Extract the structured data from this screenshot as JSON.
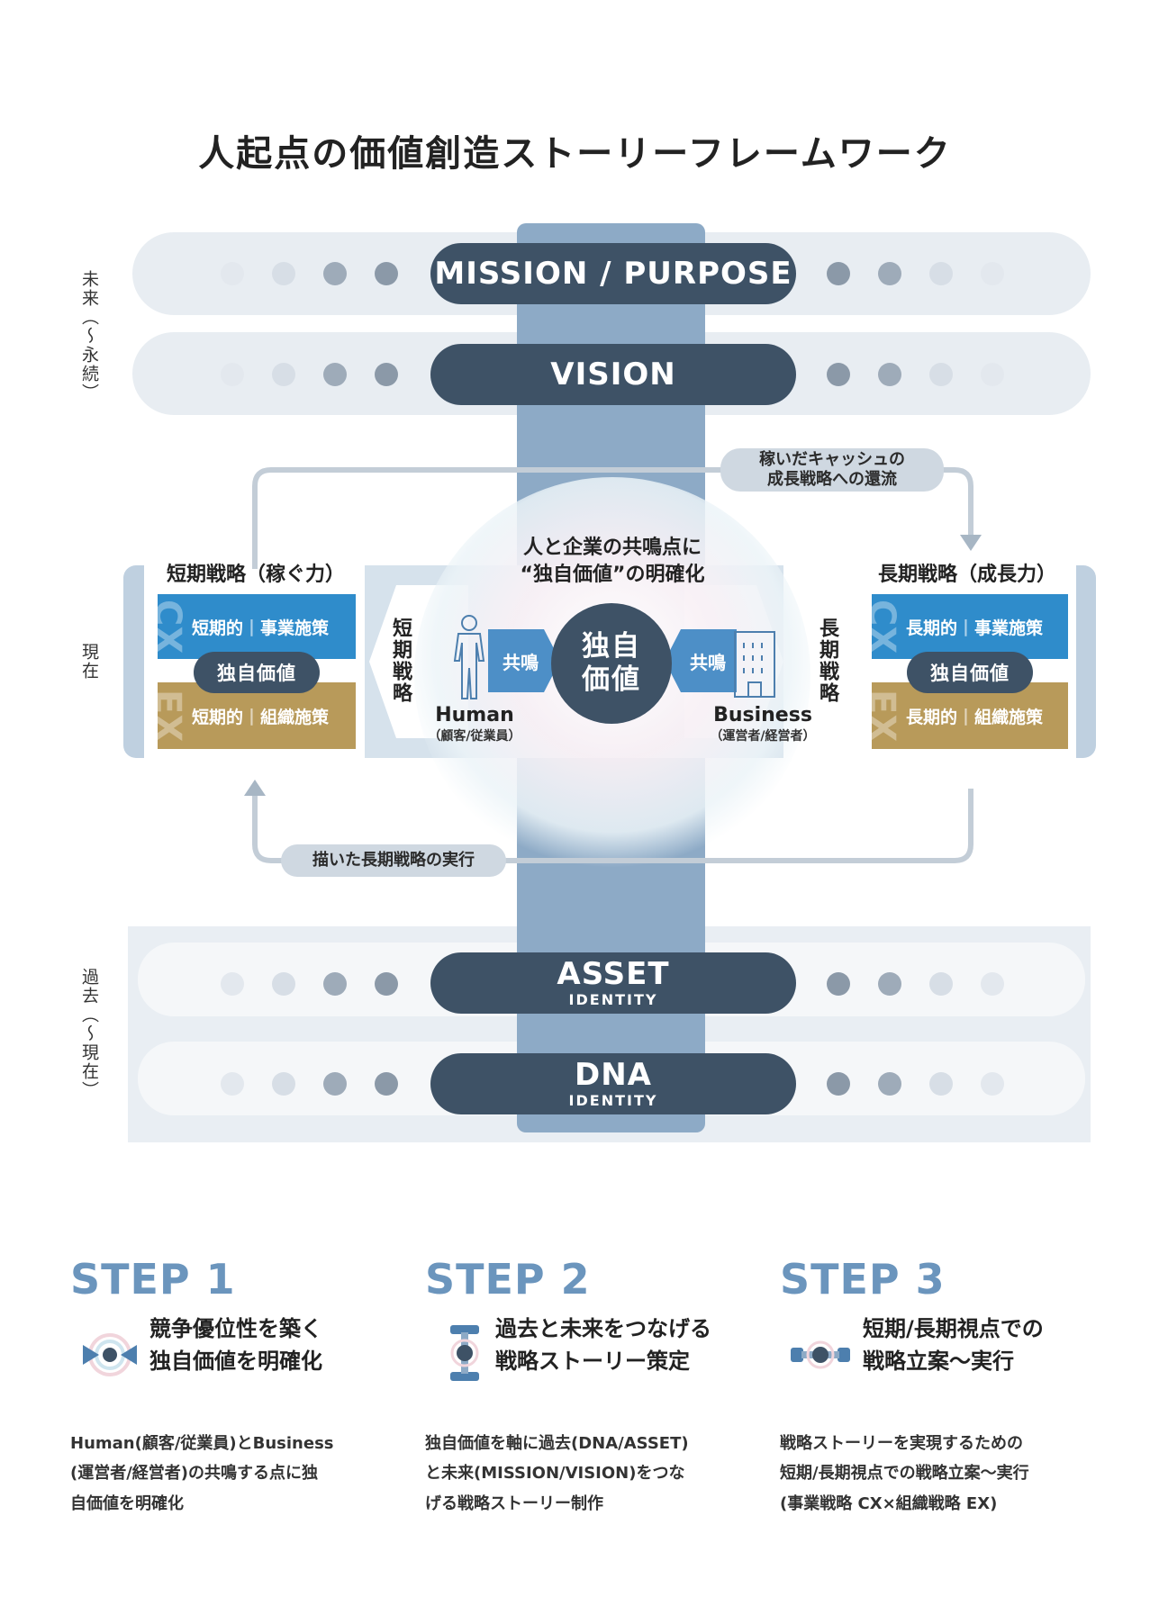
{
  "title": "人起点の価値創造ストーリーフレームワーク",
  "side_labels": {
    "future": "未来（〜永続）",
    "present": "現在",
    "past": "過去（〜現在）"
  },
  "layers": {
    "mission": "MISSION / PURPOSE",
    "vision": "VISION",
    "asset": {
      "main": "ASSET",
      "sub": "IDENTITY"
    },
    "dna": {
      "main": "DNA",
      "sub": "IDENTITY"
    }
  },
  "center": {
    "caption_line1": "人と企業の共鳴点に",
    "caption_line2": "“独自価値”の明確化",
    "core_line1": "独自",
    "core_line2": "価値",
    "resonance_left": "共鳴",
    "resonance_right": "共鳴",
    "human": {
      "main": "Human",
      "sub": "（顧客/従業員）"
    },
    "business": {
      "main": "Business",
      "sub": "（運営者/経営者）"
    },
    "short_vertical": "短期戦略",
    "long_vertical": "長期戦略"
  },
  "short_term": {
    "title": "短期戦略（稼ぐ力）",
    "cx_tag": "CX",
    "ex_tag": "EX",
    "cx_label_a": "短期的",
    "cx_label_b": "事業施策",
    "ex_label_a": "短期的",
    "ex_label_b": "組織施策",
    "core": "独自価値"
  },
  "long_term": {
    "title": "長期戦略（成長力）",
    "cx_tag": "CX",
    "ex_tag": "EX",
    "cx_label_a": "長期的",
    "cx_label_b": "事業施策",
    "ex_label_a": "長期的",
    "ex_label_b": "組織施策",
    "core": "独自価値"
  },
  "loops": {
    "top_line1": "稼いだキャッシュの",
    "top_line2": "成長戦略への還流",
    "bottom": "描いた長期戦略の実行"
  },
  "steps": [
    {
      "title": "STEP 1",
      "lead_line1": "競争優位性を築く",
      "lead_line2": "独自価値を明確化",
      "body_line1": "Human(顧客/従業員)とBusiness",
      "body_line2": "(運営者/経営者)の共鳴する点に独",
      "body_line3": "自価値を明確化",
      "icon": "converge-icon"
    },
    {
      "title": "STEP 2",
      "lead_line1": "過去と未来をつなげる",
      "lead_line2": "戦略ストーリー策定",
      "body_line1": "独自価値を軸に過去(DNA/ASSET)",
      "body_line2": "と未来(MISSION/VISION)をつな",
      "body_line3": "げる戦略ストーリー制作",
      "icon": "vertical-link-icon"
    },
    {
      "title": "STEP 3",
      "lead_line1": "短期/長期視点での",
      "lead_line2": "戦略立案〜実行",
      "body_line1": "戦略ストーリーを実現するための",
      "body_line2": "短期/長期視点での戦略立案〜実行",
      "body_line3": "(事業戦略 CX×組織戦略 EX)",
      "icon": "horizontal-link-icon"
    }
  ],
  "colors": {
    "dark_pill": "#3e5266",
    "column": "#8daac6",
    "band": "#e8edf2",
    "cx": "#2f8ccb",
    "ex": "#b89a5a",
    "step_title": "#6b95bd"
  }
}
